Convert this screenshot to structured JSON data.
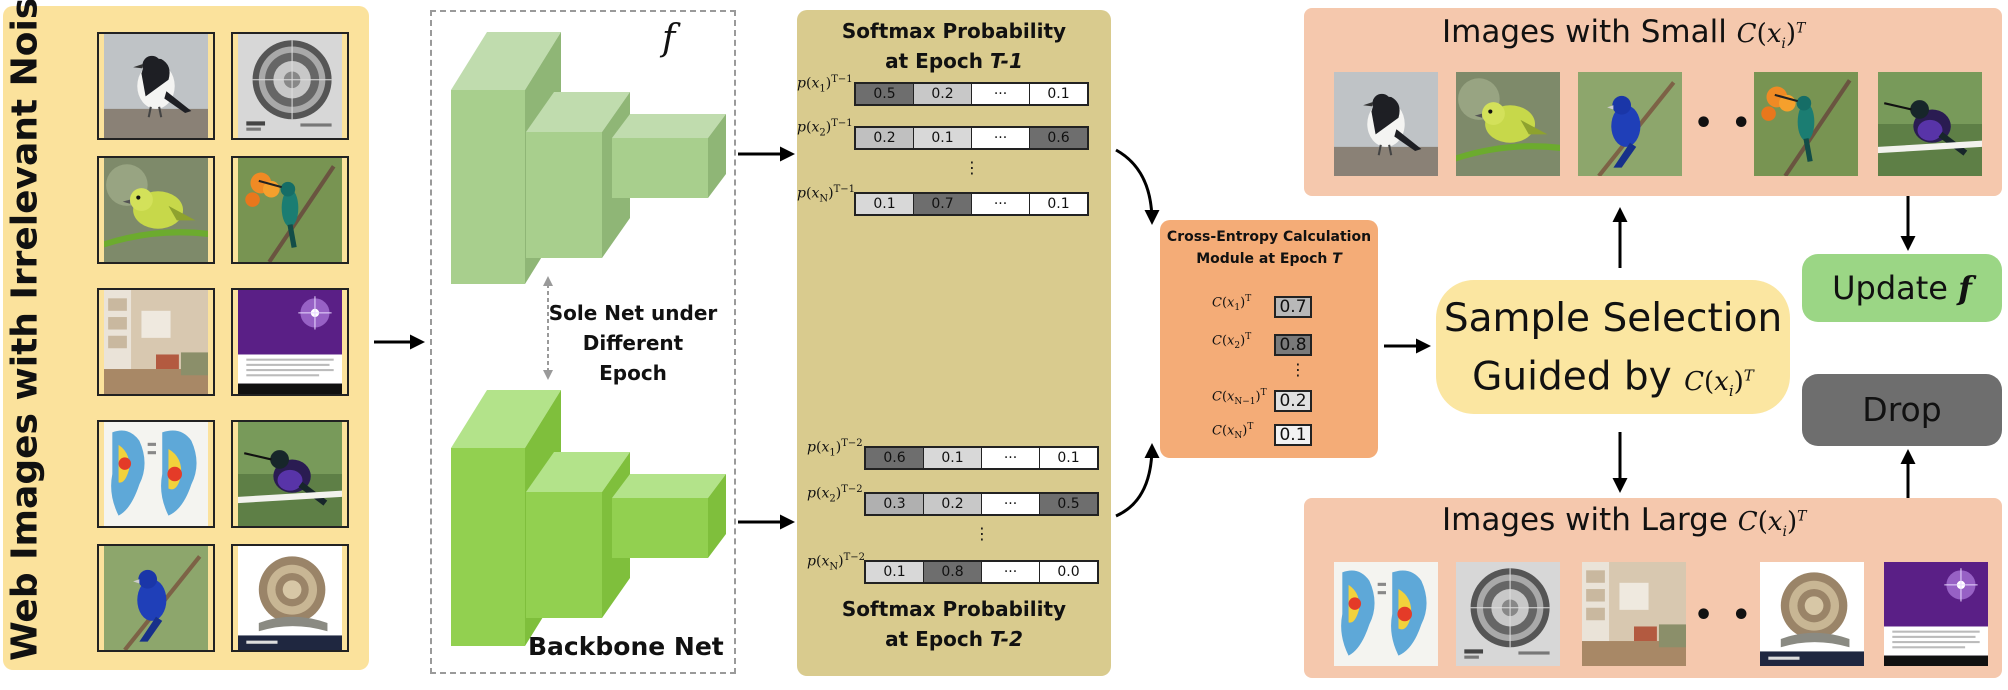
{
  "web_images": {
    "title": "Web Images with Irrelevant Noise",
    "thumbnails": [
      "bird-black-white",
      "radar-dial",
      "yellow-green-bird",
      "hummingbird-flowers",
      "living-room",
      "purple-space",
      "heat-map",
      "purple-hummingbird",
      "indigo-bunting",
      "carved-snail"
    ]
  },
  "backbone": {
    "f_label": "f",
    "sole_net_line1": "Sole Net under",
    "sole_net_line2": "Different Epoch",
    "label": "Backbone Net"
  },
  "softmax_top": {
    "title_line1": "Softmax Probability",
    "title_line2_prefix": "at Epoch ",
    "title_line2_epoch": "T-1",
    "rows": [
      {
        "p": "p",
        "x": "x",
        "sub": "1",
        "sup": "T−1",
        "values": [
          "0.5",
          "0.2",
          "···",
          "0.1"
        ],
        "shades": [
          "#6e6e6e",
          "#c8c8c8",
          "#ffffff",
          "#ffffff"
        ]
      },
      {
        "p": "p",
        "x": "x",
        "sub": "2",
        "sup": "T−1",
        "values": [
          "0.2",
          "0.1",
          "···",
          "0.6"
        ],
        "shades": [
          "#c0c0c0",
          "#d8d8d8",
          "#ffffff",
          "#6e6e6e"
        ]
      },
      {
        "p": "p",
        "x": "x",
        "sub": "N",
        "sup": "T−1",
        "values": [
          "0.1",
          "0.7",
          "···",
          "0.1"
        ],
        "shades": [
          "#d8d8d8",
          "#6e6e6e",
          "#ffffff",
          "#ffffff"
        ]
      }
    ],
    "vdots": "⋮"
  },
  "softmax_bottom": {
    "title_line1": "Softmax Probability",
    "title_line2_prefix": "at Epoch ",
    "title_line2_epoch": "T-2",
    "rows": [
      {
        "p": "p",
        "x": "x",
        "sub": "1",
        "sup": "T−2",
        "values": [
          "0.6",
          "0.1",
          "···",
          "0.1"
        ],
        "shades": [
          "#6e6e6e",
          "#d8d8d8",
          "#ffffff",
          "#ffffff"
        ]
      },
      {
        "p": "p",
        "x": "x",
        "sub": "2",
        "sup": "T−2",
        "values": [
          "0.3",
          "0.2",
          "···",
          "0.5"
        ],
        "shades": [
          "#b0b0b0",
          "#c8c8c8",
          "#ffffff",
          "#6e6e6e"
        ]
      },
      {
        "p": "p",
        "x": "x",
        "sub": "N",
        "sup": "T−2",
        "values": [
          "0.1",
          "0.8",
          "···",
          "0.0"
        ],
        "shades": [
          "#d8d8d8",
          "#6e6e6e",
          "#ffffff",
          "#ffffff"
        ]
      }
    ],
    "vdots": "⋮"
  },
  "cross_entropy": {
    "title_line1": "Cross-Entropy Calculation",
    "title_line2_prefix": "Module at Epoch ",
    "title_line2_epoch": "T",
    "rows": [
      {
        "c": "C",
        "x": "x",
        "sub": "1",
        "sup": "T",
        "value": "0.7",
        "shade": "#b8b8b8"
      },
      {
        "c": "C",
        "x": "x",
        "sub": "2",
        "sup": "T",
        "value": "0.8",
        "shade": "#7a7a7a"
      },
      {
        "c": "C",
        "x": "x",
        "sub": "N−1",
        "sup": "T",
        "value": "0.2",
        "shade": "#e0e0e0"
      },
      {
        "c": "C",
        "x": "x",
        "sub": "N",
        "sup": "T",
        "value": "0.1",
        "shade": "#f2f2f2"
      }
    ],
    "vdots": "⋮"
  },
  "sample_selection": {
    "line1": "Sample Selection",
    "line2": "Guided by",
    "math_c": "C",
    "math_x": "x",
    "math_sub": "i",
    "math_sup": "T"
  },
  "small_loss": {
    "title": "Images with Small",
    "math_c": "C",
    "math_x": "x",
    "math_sub": "i",
    "math_sup": "T",
    "ellipsis": "• • •",
    "thumbnails": [
      "bird-black-white",
      "yellow-green-bird",
      "indigo-bunting",
      "hummingbird-flowers",
      "purple-hummingbird"
    ]
  },
  "large_loss": {
    "title": "Images with Large",
    "math_c": "C",
    "math_x": "x",
    "math_sub": "i",
    "math_sup": "T",
    "ellipsis": "• • •",
    "thumbnails": [
      "heat-map",
      "radar-dial",
      "living-room",
      "carved-snail",
      "purple-space"
    ]
  },
  "update": {
    "label": "Update",
    "symbol": "f",
    "color": "#9bd685"
  },
  "drop": {
    "label": "Drop",
    "color": "#6e6e6e"
  },
  "colors": {
    "left_panel": "#fbe29c",
    "softmax_panel": "#d9cb8e",
    "cross_entropy_panel": "#f4ac77",
    "image_panels": "#f5c8ad",
    "selection_box": "#fbe6a1",
    "net_green_light": "#a8d08d",
    "net_green_bright": "#92d050"
  }
}
